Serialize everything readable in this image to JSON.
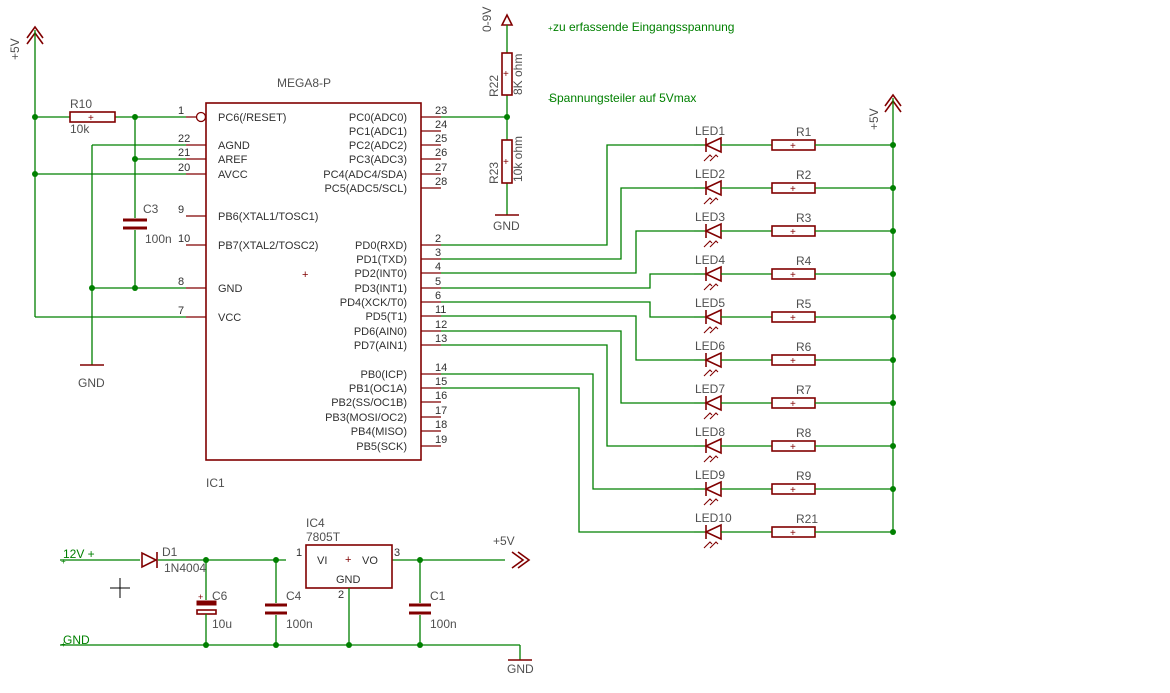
{
  "ic": {
    "name": "MEGA8-P",
    "ref": "IC1",
    "left_pins": [
      {
        "num": "1",
        "label": "PC6(/RESET)"
      },
      {
        "num": "22",
        "label": "AGND"
      },
      {
        "num": "21",
        "label": "AREF"
      },
      {
        "num": "20",
        "label": "AVCC"
      },
      {
        "num": "9",
        "label": "PB6(XTAL1/TOSC1)"
      },
      {
        "num": "10",
        "label": "PB7(XTAL2/TOSC2)"
      },
      {
        "num": "8",
        "label": "GND"
      },
      {
        "num": "7",
        "label": "VCC"
      }
    ],
    "right_pins": [
      {
        "num": "23",
        "label": "PC0(ADC0)"
      },
      {
        "num": "24",
        "label": "PC1(ADC1)"
      },
      {
        "num": "25",
        "label": "PC2(ADC2)"
      },
      {
        "num": "26",
        "label": "PC3(ADC3)"
      },
      {
        "num": "27",
        "label": "PC4(ADC4/SDA)"
      },
      {
        "num": "28",
        "label": "PC5(ADC5/SCL)"
      },
      {
        "num": "2",
        "label": "PD0(RXD)"
      },
      {
        "num": "3",
        "label": "PD1(TXD)"
      },
      {
        "num": "4",
        "label": "PD2(INT0)"
      },
      {
        "num": "5",
        "label": "PD3(INT1)"
      },
      {
        "num": "6",
        "label": "PD4(XCK/T0)"
      },
      {
        "num": "11",
        "label": "PD5(T1)"
      },
      {
        "num": "12",
        "label": "PD6(AIN0)"
      },
      {
        "num": "13",
        "label": "PD7(AIN1)"
      },
      {
        "num": "14",
        "label": "PB0(ICP)"
      },
      {
        "num": "15",
        "label": "PB1(OC1A)"
      },
      {
        "num": "16",
        "label": "PB2(SS/OC1B)"
      },
      {
        "num": "17",
        "label": "PB3(MOSI/OC2)"
      },
      {
        "num": "18",
        "label": "PB4(MISO)"
      },
      {
        "num": "19",
        "label": "PB5(SCK)"
      }
    ]
  },
  "labels": {
    "vcc_left": "+5V",
    "vcc_right": "+5V",
    "vcc_reg": "+5V",
    "input_range": "0-9V",
    "gnd_main": "GND",
    "gnd_divider": "GND",
    "gnd_reg": "GND",
    "in_12v": "12V +",
    "in_gnd": "GND",
    "note_input": "zu erfassende Eingangsspannung",
    "note_divider": "Spannungsteiler auf 5Vmax"
  },
  "components": {
    "r10": {
      "name": "R10",
      "value": "10k"
    },
    "c3": {
      "name": "C3",
      "value": "100n"
    },
    "r22": {
      "name": "R22",
      "value": "8K ohm"
    },
    "r23": {
      "name": "R23",
      "value": "10k ohm"
    },
    "d1": {
      "name": "D1",
      "value": "1N4004"
    },
    "c6": {
      "name": "C6",
      "value": "10u"
    },
    "c4": {
      "name": "C4",
      "value": "100n"
    },
    "ic4": {
      "name": "IC4",
      "value": "7805T",
      "vi": "VI",
      "vo": "VO",
      "gnd": "GND",
      "pin1": "1",
      "pin2": "2",
      "pin3": "3"
    },
    "c1": {
      "name": "C1",
      "value": "100n"
    }
  },
  "led_rows": [
    {
      "led": "LED1",
      "res": "R1"
    },
    {
      "led": "LED2",
      "res": "R2"
    },
    {
      "led": "LED3",
      "res": "R3"
    },
    {
      "led": "LED4",
      "res": "R4"
    },
    {
      "led": "LED5",
      "res": "R5"
    },
    {
      "led": "LED6",
      "res": "R6"
    },
    {
      "led": "LED7",
      "res": "R7"
    },
    {
      "led": "LED8",
      "res": "R8"
    },
    {
      "led": "LED9",
      "res": "R9"
    },
    {
      "led": "LED10",
      "res": "R21"
    }
  ]
}
